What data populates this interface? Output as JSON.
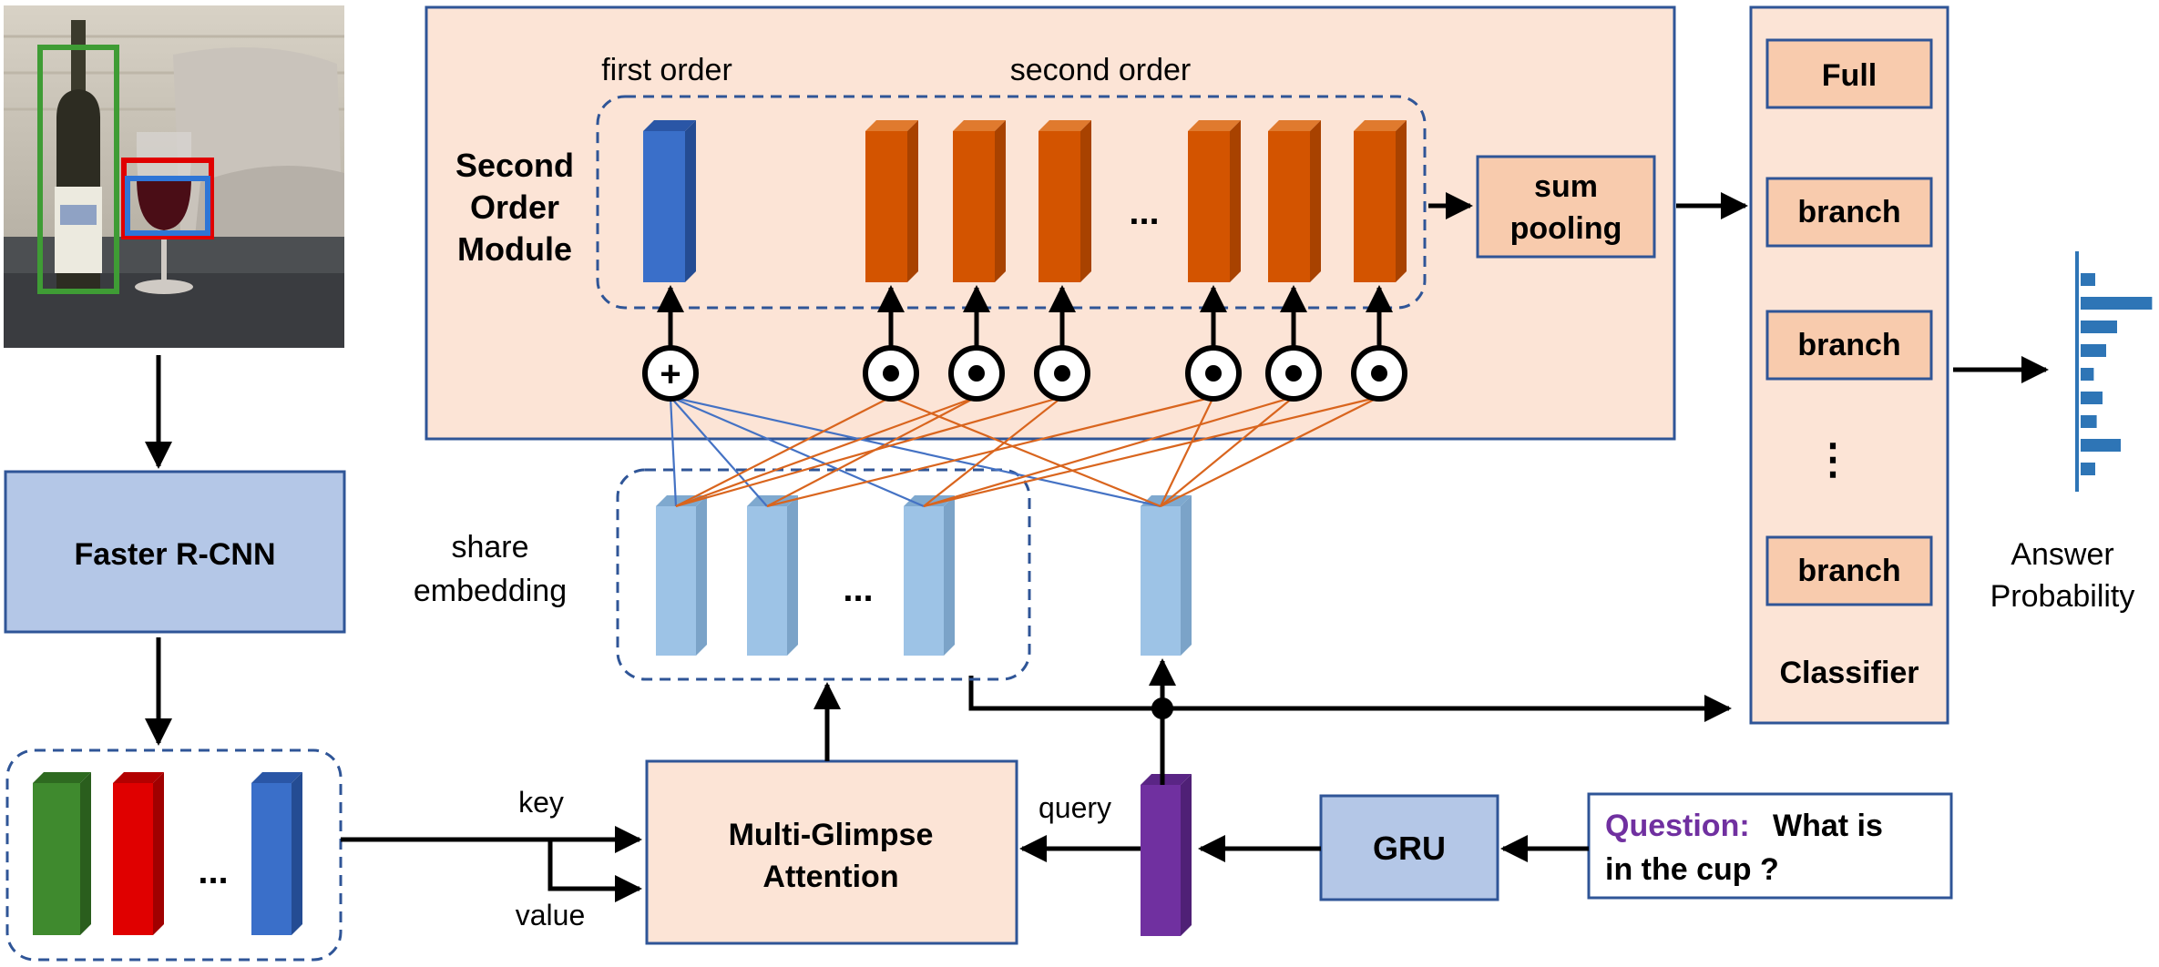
{
  "image_panel": {
    "photo_alt": "wine bottle and wine glass with detection boxes"
  },
  "faster_rcnn": {
    "label": "Faster R-CNN"
  },
  "region_features": {
    "ellipsis": "..."
  },
  "attention": {
    "line1": "Multi-Glimpse",
    "line2": "Attention",
    "key_label": "key",
    "value_label": "value",
    "query_label": "query"
  },
  "gru": {
    "label": "GRU"
  },
  "question": {
    "prefix": "Question:",
    "text1": "What is",
    "text2": "in the cup ?"
  },
  "share_embedding": {
    "line1": "share",
    "line2": "embedding",
    "ellipsis": "..."
  },
  "second_order_module": {
    "title_line1": "Second",
    "title_line2": "Order",
    "title_line3": "Module",
    "first_order_label": "first order",
    "second_order_label": "second order",
    "ellipsis": "...",
    "sum_pooling_line1": "sum",
    "sum_pooling_line2": "pooling",
    "add_symbol": "+"
  },
  "classifier": {
    "label": "Classifier",
    "full": "Full",
    "branch": "branch",
    "vertical_ellipsis": "⋮"
  },
  "answer": {
    "line1": "Answer",
    "line2": "Probability",
    "distribution": [
      0.2,
      0.98,
      0.5,
      0.35,
      0.18,
      0.3,
      0.22,
      0.55,
      0.2
    ]
  },
  "colors": {
    "peach_fill": "#fce4d6",
    "peach_box": "#f8cbad",
    "blue_box": "#b4c7e7",
    "border_blue": "#2f5597",
    "cube_orange": "#d35400",
    "cube_blue": "#3a6fc9",
    "cube_light_blue": "#9dc3e6",
    "cube_green": "#3f8a2e",
    "cube_red": "#e00000",
    "cube_purple": "#7030a0",
    "line_orange": "#d9651e",
    "line_blue": "#4472c4",
    "prob_bar": "#2e75b6",
    "question_purple": "#7030a0"
  }
}
